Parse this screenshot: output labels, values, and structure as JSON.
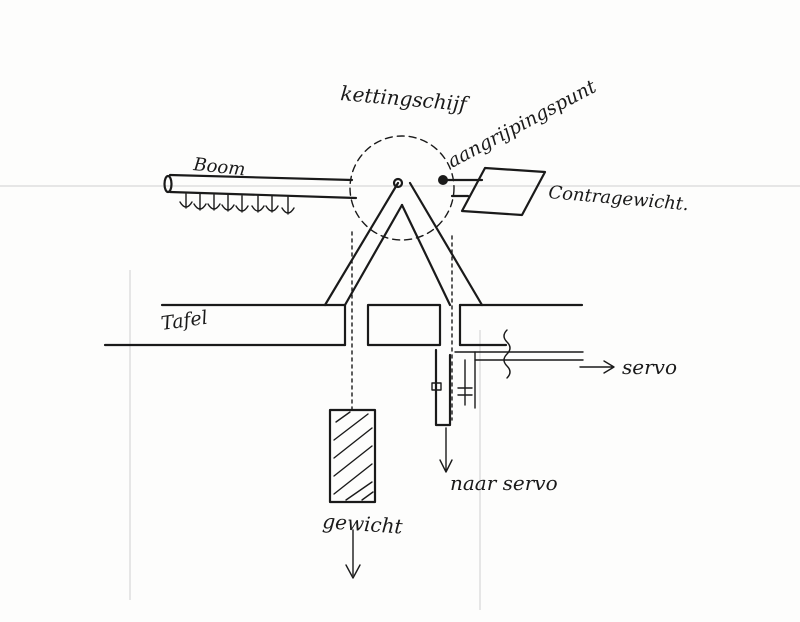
{
  "labels": {
    "kettingschijf": "kettingschijf",
    "aangrijpingspunt": "aangrijpingspunt",
    "boom": "Boom",
    "contragewicht": "Contragewicht.",
    "tafel": "Tafel",
    "servo_right": "servo",
    "naar_servo": "naar servo",
    "gewicht": "gewicht"
  }
}
